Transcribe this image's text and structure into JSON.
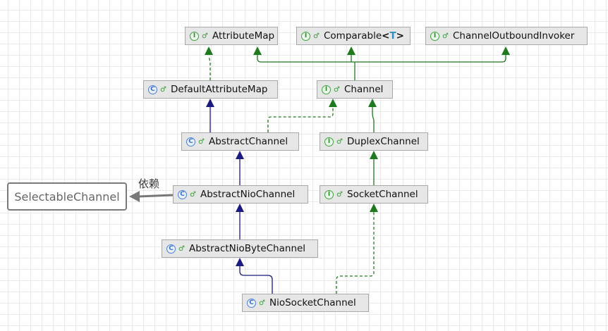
{
  "nodes": {
    "attribute_map": {
      "kind": "I",
      "label": "AttributeMap"
    },
    "comparable": {
      "kind": "I",
      "label": "Comparable",
      "type_open": "<",
      "type_param": "T",
      "type_close": ">"
    },
    "channel_outbound_invoker": {
      "kind": "I",
      "label": "ChannelOutboundInvoker"
    },
    "default_attribute_map": {
      "kind": "C",
      "label": "DefaultAttributeMap"
    },
    "channel": {
      "kind": "I",
      "label": "Channel"
    },
    "abstract_channel": {
      "kind": "C",
      "label": "AbstractChannel"
    },
    "duplex_channel": {
      "kind": "I",
      "label": "DuplexChannel"
    },
    "abstract_nio_channel": {
      "kind": "C",
      "label": "AbstractNioChannel"
    },
    "socket_channel": {
      "kind": "I",
      "label": "SocketChannel"
    },
    "abstract_nio_byte_channel": {
      "kind": "C",
      "label": "AbstractNioByteChannel"
    },
    "nio_socket_channel": {
      "kind": "C",
      "label": "NioSocketChannel"
    }
  },
  "external": {
    "label": "SelectableChannel"
  },
  "dependency_label": "依赖",
  "visibility_glyph": "♂",
  "colors": {
    "extends": "#1a1a80",
    "implements": "#1f7a1f",
    "dependency": "#777777",
    "node_fill": "#e6e6e6",
    "node_border": "#a9a9a9"
  },
  "legend_icons": {
    "interface": "interface-icon",
    "class": "class-icon",
    "visibility": "public-visibility-icon"
  }
}
